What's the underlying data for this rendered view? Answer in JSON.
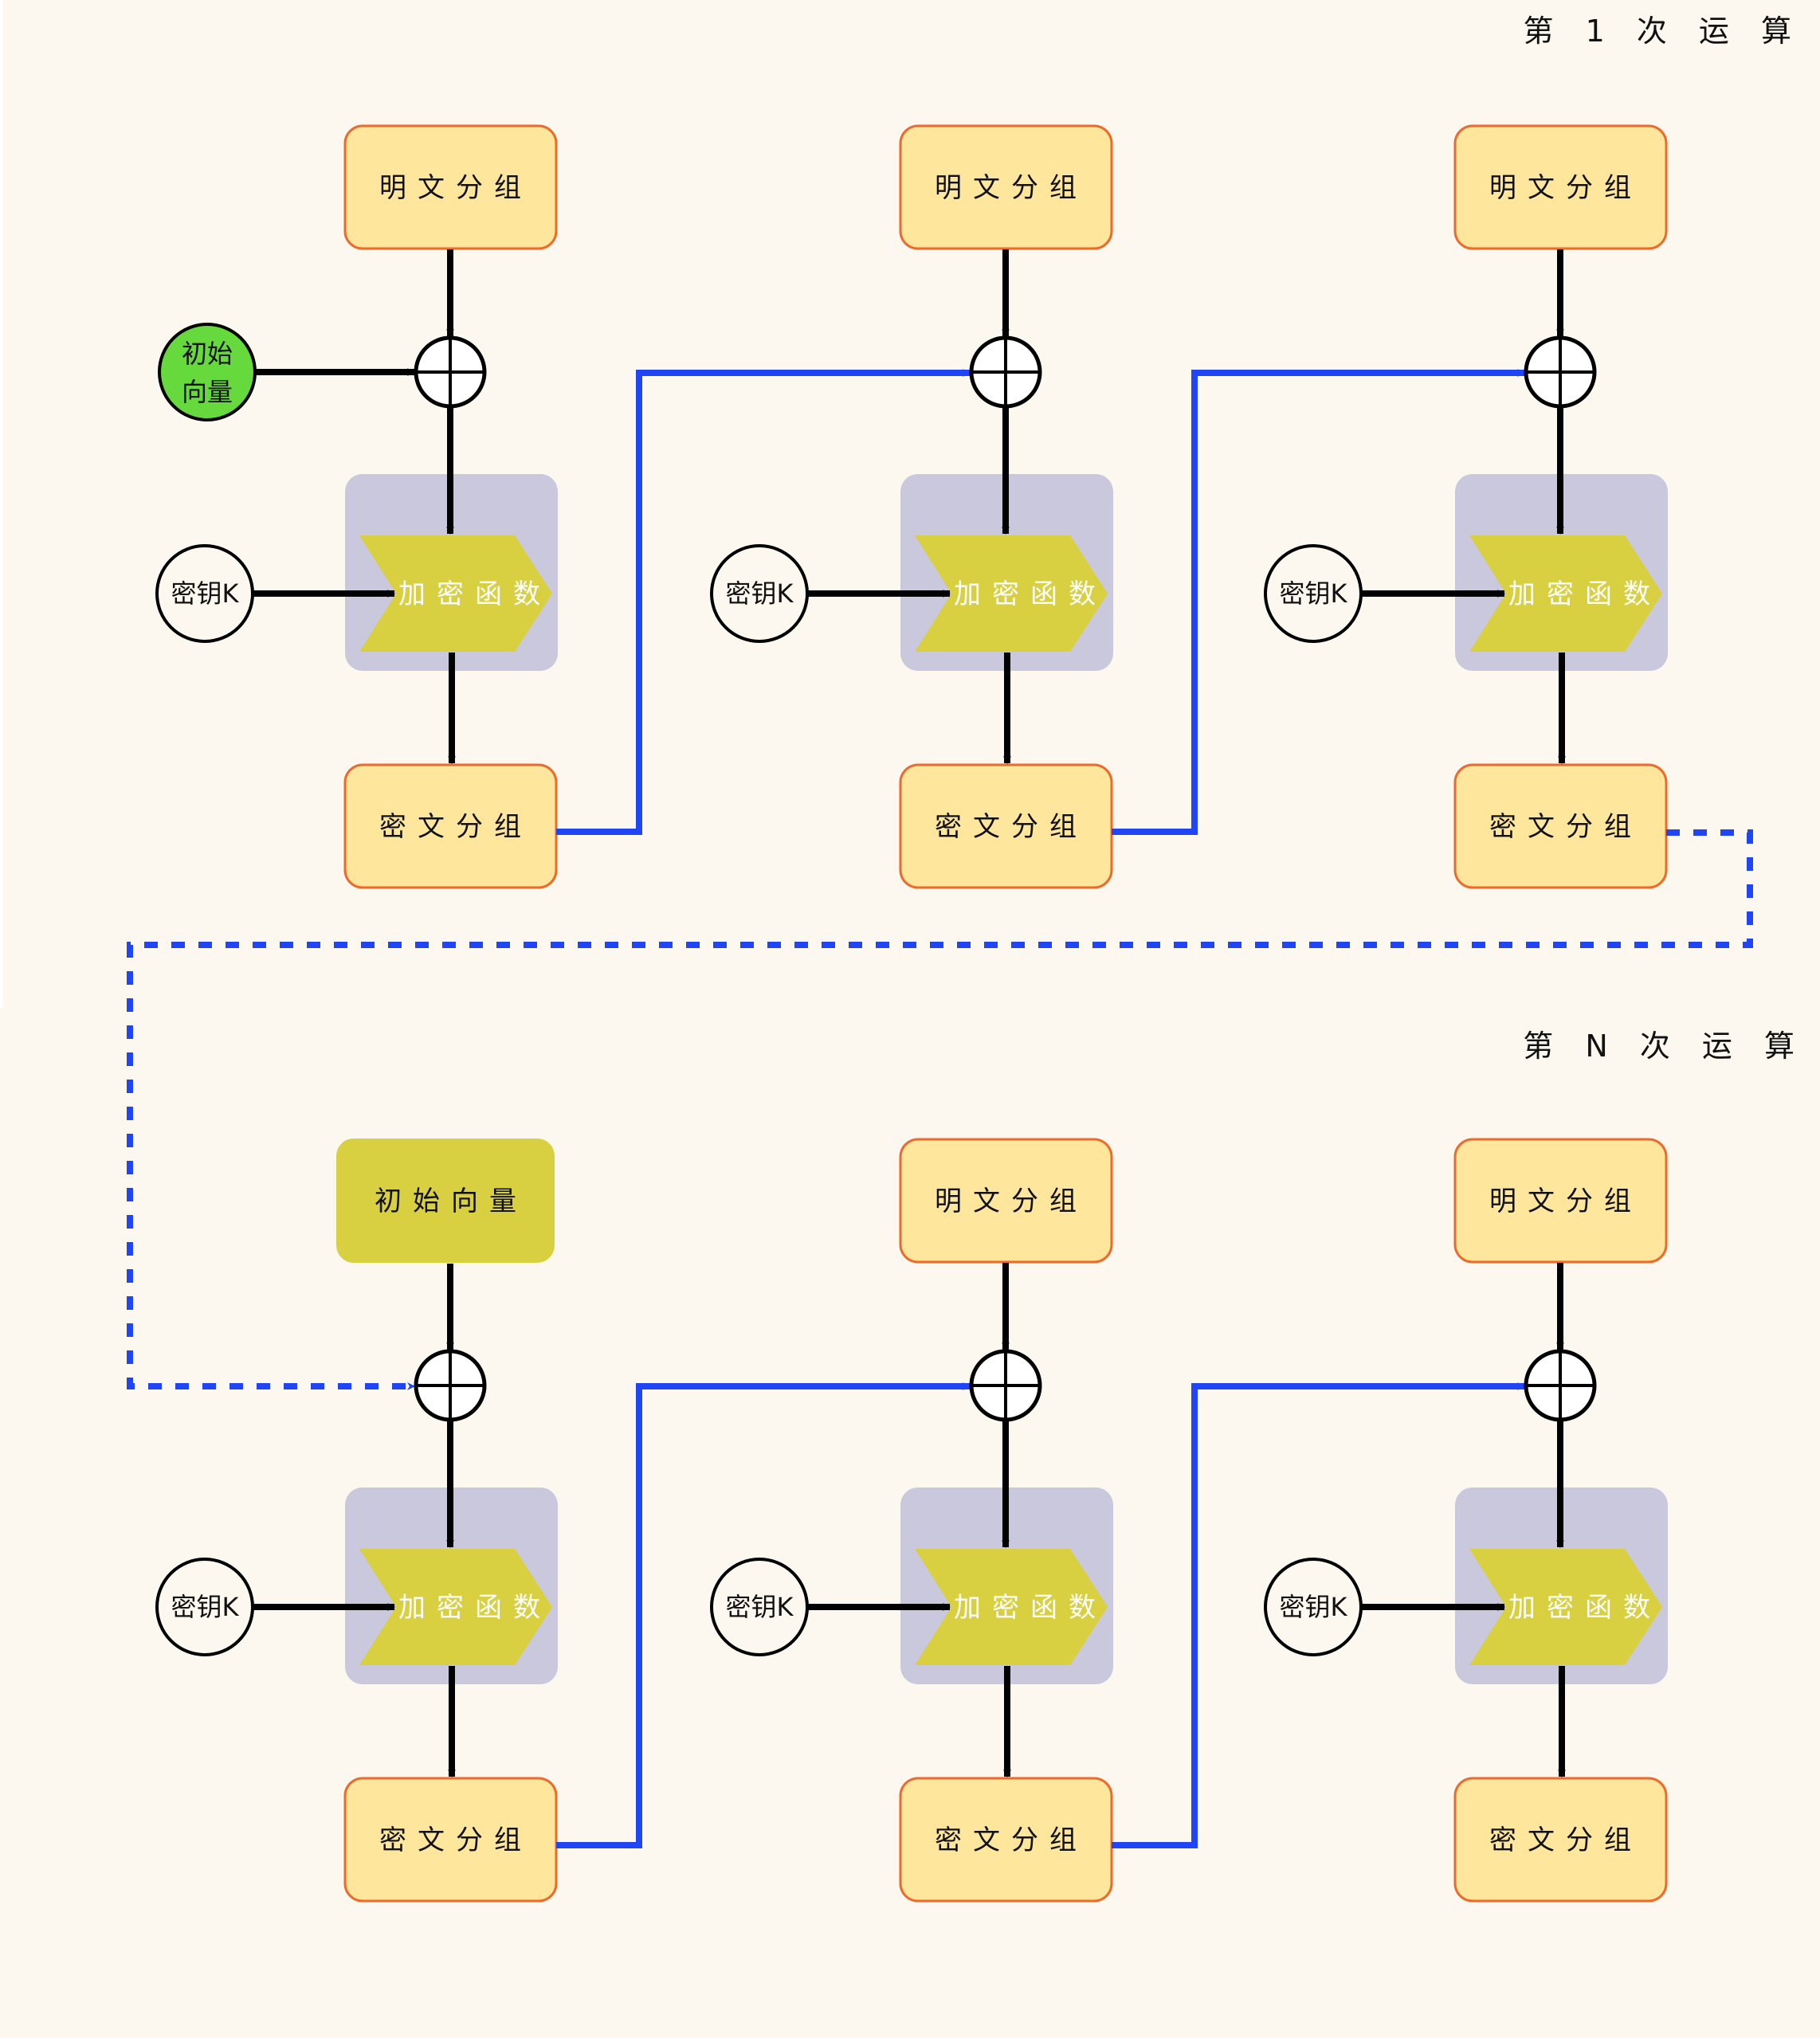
{
  "colors": {
    "background": "#fcf8ef",
    "block_fill": "#fee79c",
    "block_border": "#ef6a2a",
    "function_panel": "#c9c8dc",
    "function_arrow": "#d8d041",
    "iv_circle": "#66d93c",
    "iv_box": "#d8d041",
    "chain_line": "#1f45f5",
    "arrow": "#000000"
  },
  "sections": [
    {
      "title": "第 1 次 运 算",
      "iv": {
        "label_line1": "初始",
        "label_line2": "向量",
        "shape": "circle"
      },
      "stages": [
        {
          "plaintext": "明文分组",
          "key": "密钥K",
          "function": "加密函数",
          "ciphertext": "密文分组"
        },
        {
          "plaintext": "明文分组",
          "key": "密钥K",
          "function": "加密函数",
          "ciphertext": "密文分组"
        },
        {
          "plaintext": "明文分组",
          "key": "密钥K",
          "function": "加密函数",
          "ciphertext": "密文分组"
        }
      ]
    },
    {
      "title": "第 N 次 运 算",
      "iv": {
        "label": "初始向量",
        "shape": "box"
      },
      "stages": [
        {
          "plaintext": null,
          "key": "密钥K",
          "function": "加密函数",
          "ciphertext": "密文分组"
        },
        {
          "plaintext": "明文分组",
          "key": "密钥K",
          "function": "加密函数",
          "ciphertext": "密文分组"
        },
        {
          "plaintext": "明文分组",
          "key": "密钥K",
          "function": "加密函数",
          "ciphertext": "密文分组"
        }
      ]
    }
  ],
  "xor_symbol": "⊕"
}
